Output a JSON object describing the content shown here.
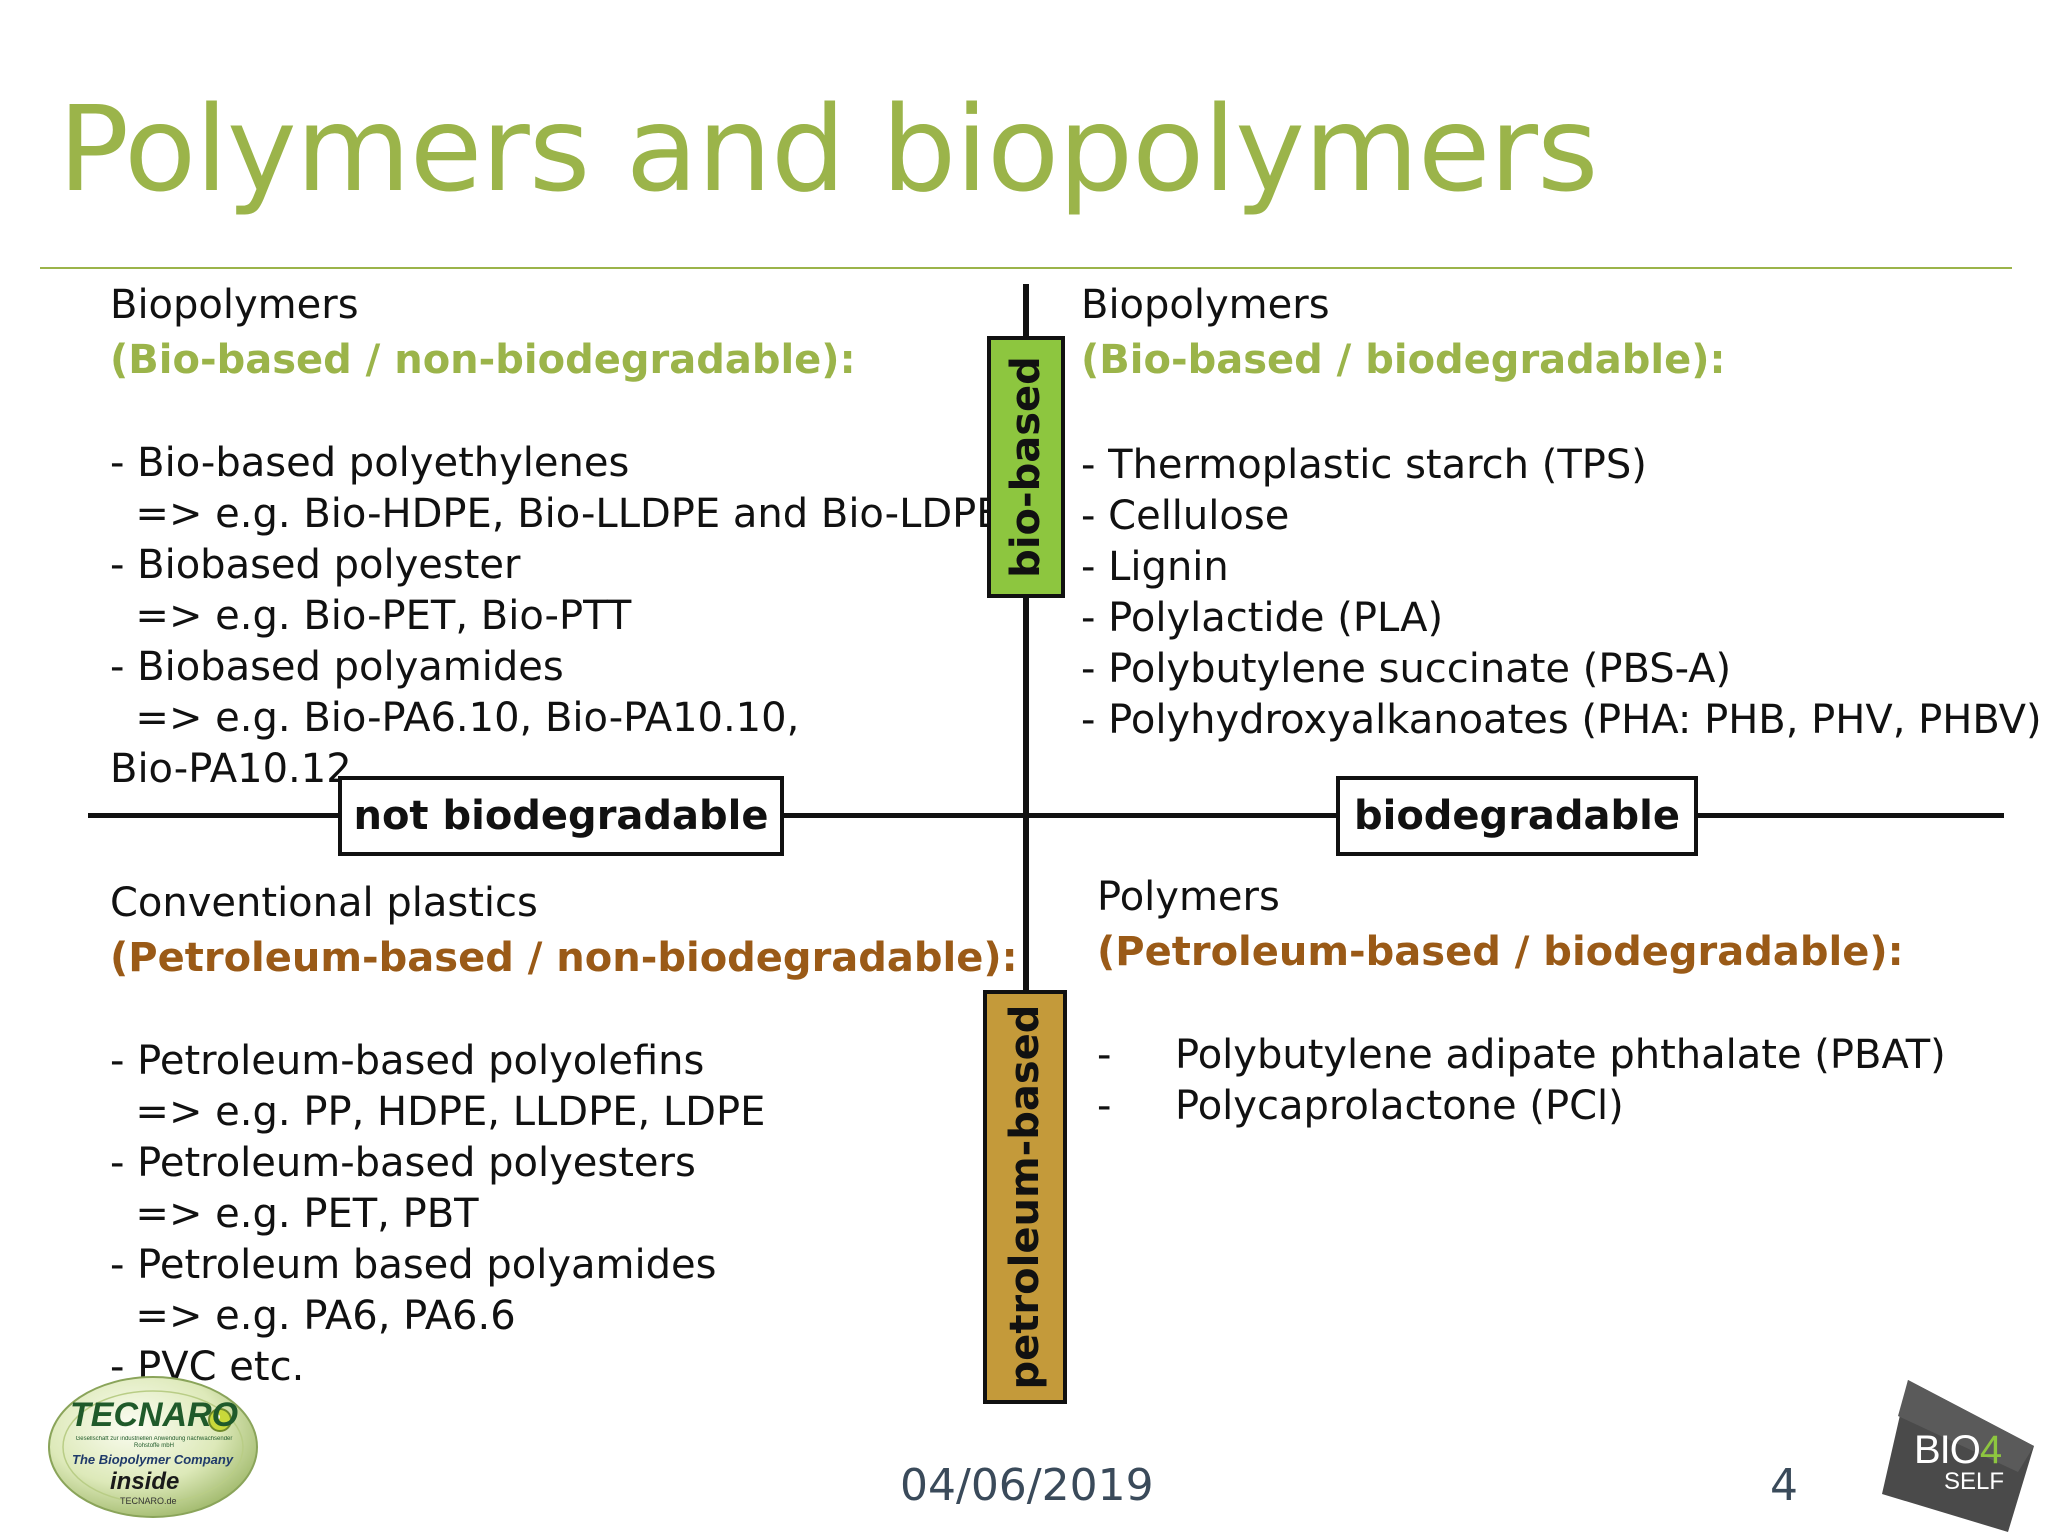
{
  "title": "Polymers and biopolymers",
  "quadrants": {
    "top_left": {
      "heading": "Biopolymers",
      "subheading": "(Bio-based / non-biodegradable):",
      "items": [
        "- Bio-based polyethylenes",
        "  => e.g. Bio-HDPE, Bio-LLDPE and Bio-LDPE",
        "- Biobased polyester",
        "  => e.g. Bio-PET, Bio-PTT",
        "- Biobased polyamides",
        "  => e.g. Bio-PA6.10, Bio-PA10.10,",
        "Bio-PA10.12"
      ]
    },
    "top_right": {
      "heading": "Biopolymers",
      "subheading": "(Bio-based / biodegradable):",
      "items": [
        "- Thermoplastic starch (TPS)",
        "- Cellulose",
        "- Lignin",
        "- Polylactide (PLA)",
        "- Polybutylene succinate (PBS-A)",
        "- Polyhydroxyalkanoates (PHA: PHB, PHV, PHBV)"
      ]
    },
    "bottom_left": {
      "heading": "Conventional plastics",
      "subheading": "(Petroleum-based / non-biodegradable):",
      "items": [
        "- Petroleum-based polyolefins",
        "  => e.g. PP, HDPE, LLDPE, LDPE",
        "- Petroleum-based polyesters",
        "  => e.g. PET, PBT",
        "- Petroleum based polyamides",
        "  => e.g. PA6, PA6.6",
        "- PVC etc."
      ]
    },
    "bottom_right": {
      "heading": "Polymers",
      "subheading": "(Petroleum-based / biodegradable):",
      "items": [
        "-     Polybutylene adipate phthalate (PBAT)",
        "-     Polycaprolactone (PCl)"
      ]
    }
  },
  "axes": {
    "left_label": "not biodegradable",
    "right_label": "biodegradable",
    "top_label": "bio-based",
    "bottom_label": "petroleum-based"
  },
  "logos": {
    "tecnaro": {
      "name": "TECNARO",
      "tagline": "The Biopolymer Company",
      "inside": "inside",
      "url_text": "TECNARO.de",
      "small_text": "Gesellschaft zur industriellen Anwendung nachwachsender Rohstoffe mbH"
    },
    "bio4self": {
      "line1": "BIO",
      "digit": "4",
      "line2": "SELF"
    }
  },
  "footer": {
    "date": "04/06/2019",
    "page_number": "4"
  },
  "colors": {
    "green": "#9bb44a",
    "brown": "#9a5a17",
    "bio_box": "#8dc63f",
    "petro_box": "#c49a3a"
  }
}
